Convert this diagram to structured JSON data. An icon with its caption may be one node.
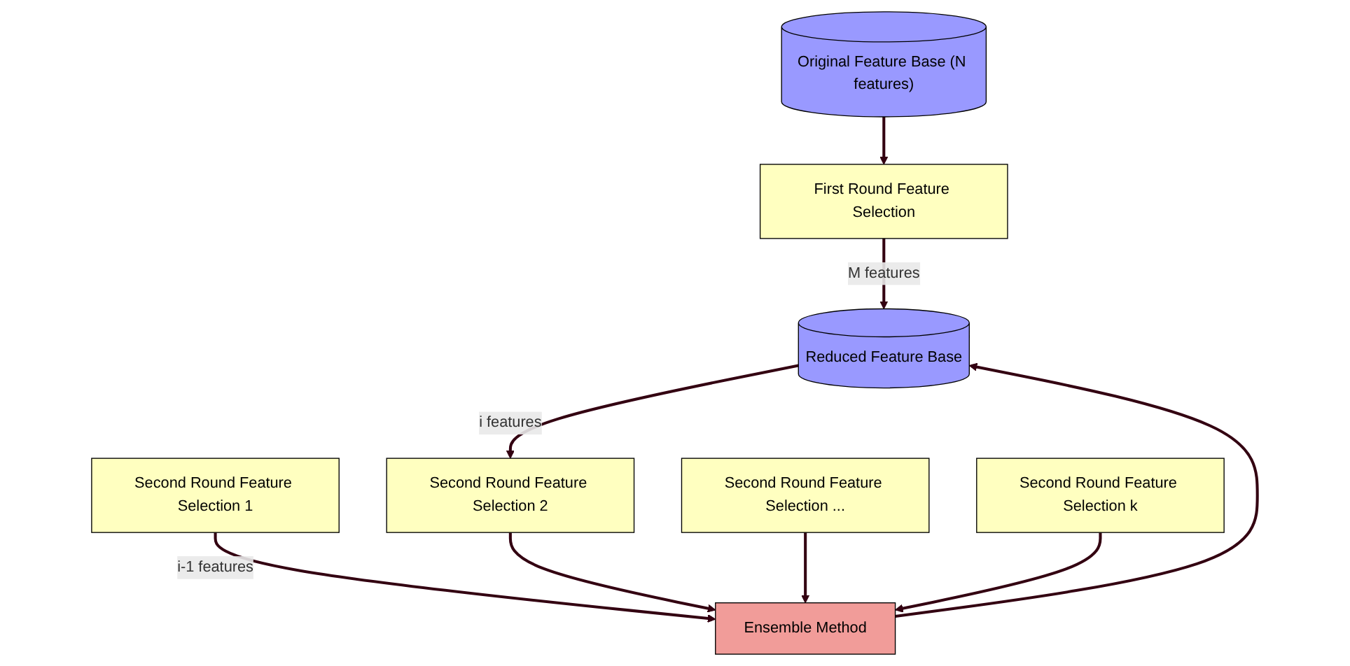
{
  "diagram": {
    "nodes": [
      {
        "text": [
          "Original Feature Base (N features)"
        ]
      },
      {
        "text": [
          "First Round Feature Selection"
        ]
      },
      {
        "text": [
          "Second Round Feature Selection 1"
        ]
      },
      {
        "text": [
          "Second Round Feature Selection 2"
        ]
      },
      {
        "text": [
          "Second Round Feature Selection ..."
        ]
      },
      {
        "text": [
          "Second Round Feature Selection k"
        ]
      },
      {
        "text": [
          "Ensemble Method"
        ]
      },
      {
        "text": [
          "Reduced Feature Base"
        ]
      }
    ],
    "edges": [
      {
        "from": 0,
        "to": 1,
        "arrow": "to"
      },
      {
        "from": 1,
        "to": 7,
        "arrow": "to",
        "label": "M features"
      },
      {
        "from": 2,
        "to": 6,
        "arrow": "to",
        "label": "i-1 features"
      },
      {
        "from": 3,
        "to": 6,
        "arrow": "to"
      },
      {
        "from": 4,
        "to": 6,
        "arrow": "to"
      },
      {
        "from": 5,
        "to": 6,
        "arrow": "to"
      },
      {
        "from": 6,
        "to": 7,
        "arrow": "to"
      },
      {
        "from": 7,
        "to": 3,
        "arrow": "to",
        "label": "i features"
      }
    ]
  }
}
